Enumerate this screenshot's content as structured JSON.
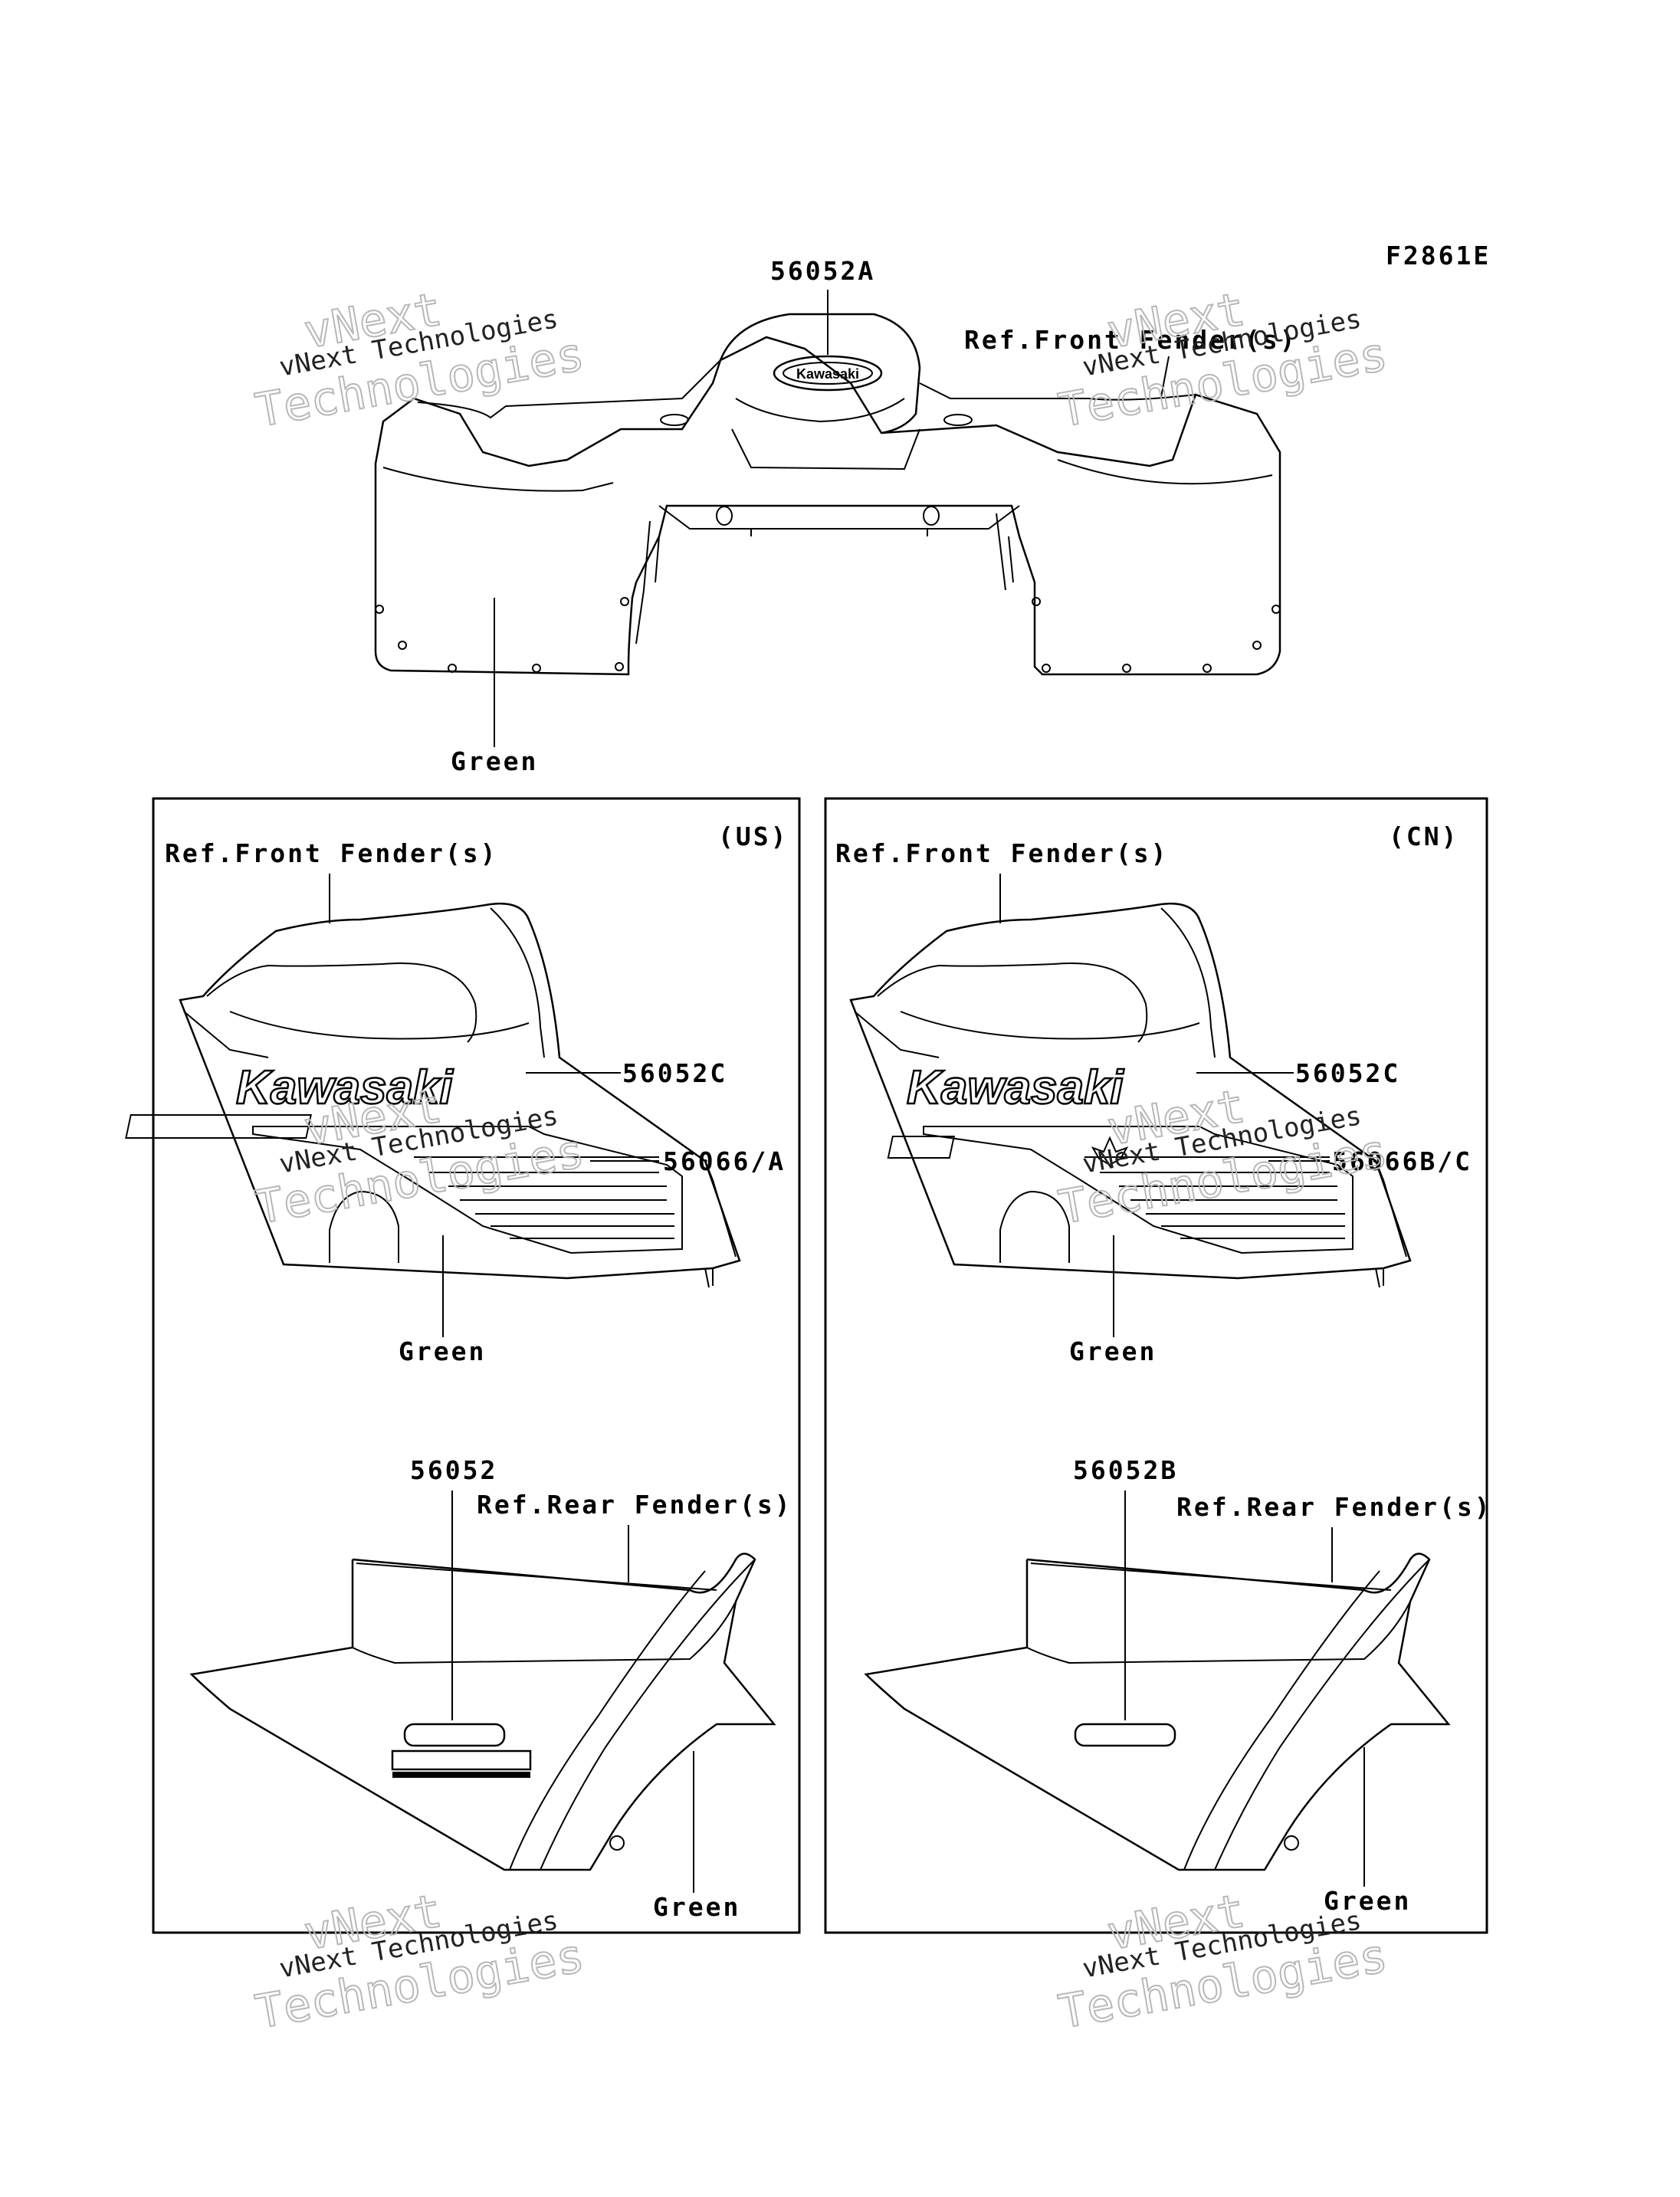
{
  "figure_code": "F2861E",
  "watermark": {
    "line1": "vNext",
    "line2": "vNext Technologies",
    "line3": "Technologies"
  },
  "logo_text": {
    "kawasaki": "Kawasaki",
    "badge": "Kawasaki"
  },
  "top_section": {
    "part_label": "56052A",
    "ref_label": "Ref.Front Fender(s)",
    "color_label": "Green"
  },
  "panel_us": {
    "region": "(US)",
    "front_ref": "Ref.Front Fender(s)",
    "front_part_1": "56052C",
    "front_part_2": "56066/A",
    "front_color": "Green",
    "rear_part": "56052",
    "rear_ref": "Ref.Rear Fender(s)",
    "rear_color": "Green"
  },
  "panel_cn": {
    "region": "(CN)",
    "front_ref": "Ref.Front Fender(s)",
    "front_part_1": "56052C",
    "front_part_2": "56066B/C",
    "front_color": "Green",
    "rear_part": "56052B",
    "rear_ref": "Ref.Rear Fender(s)",
    "rear_color": "Green"
  }
}
